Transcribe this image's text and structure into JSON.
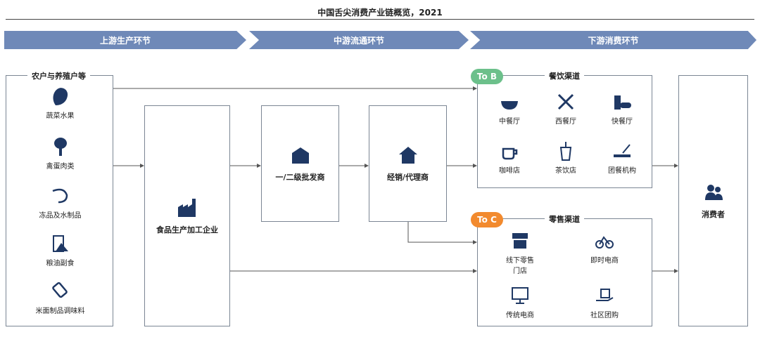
{
  "title": "中国舌尖消费产业链概览，2021",
  "stages": [
    "上游生产环节",
    "中游流通环节",
    "下游消费环节"
  ],
  "upstream": {
    "header": "农户与养殖户等",
    "items": [
      "蔬菜水果",
      "禽蛋肉类",
      "冻品及水制品",
      "粮油副食",
      "米面制品调味料"
    ]
  },
  "processor": "食品生产加工企业",
  "wholesaler": "一/二级批发商",
  "agent": "经销/代理商",
  "to_b": {
    "badge": "To B",
    "header": "餐饮渠道",
    "items": [
      "中餐厅",
      "西餐厅",
      "快餐厅",
      "咖啡店",
      "茶饮店",
      "团餐机构"
    ],
    "color": "#6cc08b"
  },
  "to_c": {
    "badge": "To C",
    "header": "零售渠道",
    "items": [
      "线下零售门店",
      "即时电商",
      "传统电商",
      "社区团购"
    ],
    "color": "#f28a2e"
  },
  "consumer": "消费者"
}
